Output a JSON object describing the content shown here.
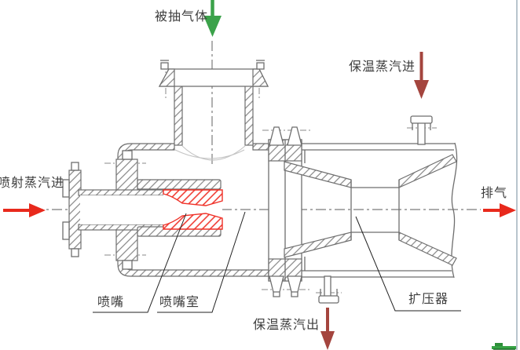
{
  "labels": {
    "suction_gas": "被抽气体",
    "heating_steam_in": "保温蒸汽进",
    "jet_steam_in": "喷射蒸汽进",
    "exhaust": "排气",
    "nozzle": "喷嘴",
    "nozzle_chamber": "喷嘴室",
    "diffuser": "扩压器",
    "heating_steam_out": "保温蒸汽出"
  },
  "colors": {
    "suction_arrow": "#3ba24a",
    "steam_arrow": "#e8291c",
    "jacket_arrow": "#a4453e",
    "nozzle_highlight": "#ef3027",
    "drawing_line": "#6e6e6e",
    "centerline": "#7c7c7c",
    "leader_line": "#222222",
    "label_text": "#3d3d3d"
  }
}
